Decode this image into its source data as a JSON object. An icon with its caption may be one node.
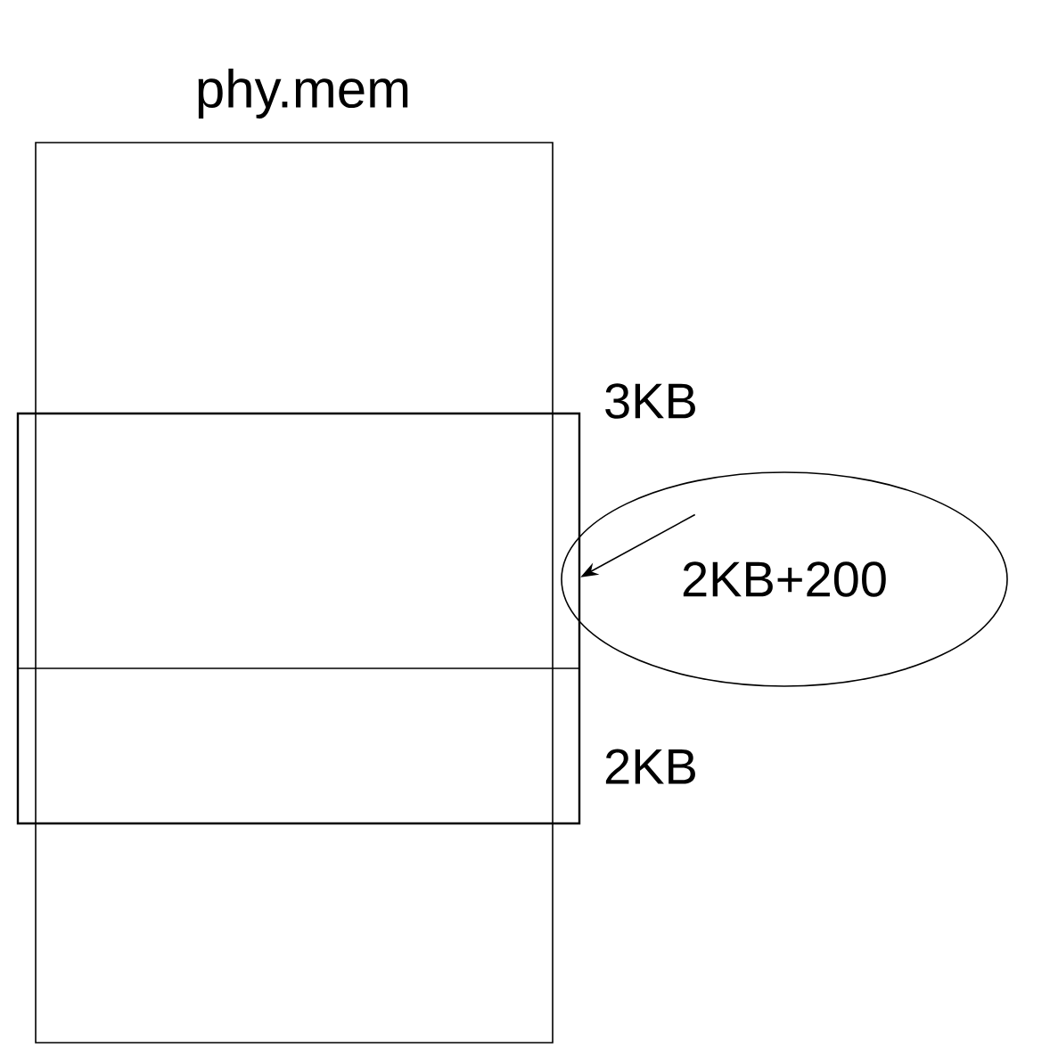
{
  "diagram": {
    "nodes": [
      {
        "text": [
          "phy.mem"
        ]
      },
      {
        "text": [],
        "shape": "box"
      },
      {
        "text": [
          "2KB+200"
        ]
      }
    ],
    "edges": [
      {
        "from": 2,
        "to": 1,
        "arrow": "to"
      }
    ],
    "labels": [
      "3KB",
      "2KB"
    ]
  }
}
